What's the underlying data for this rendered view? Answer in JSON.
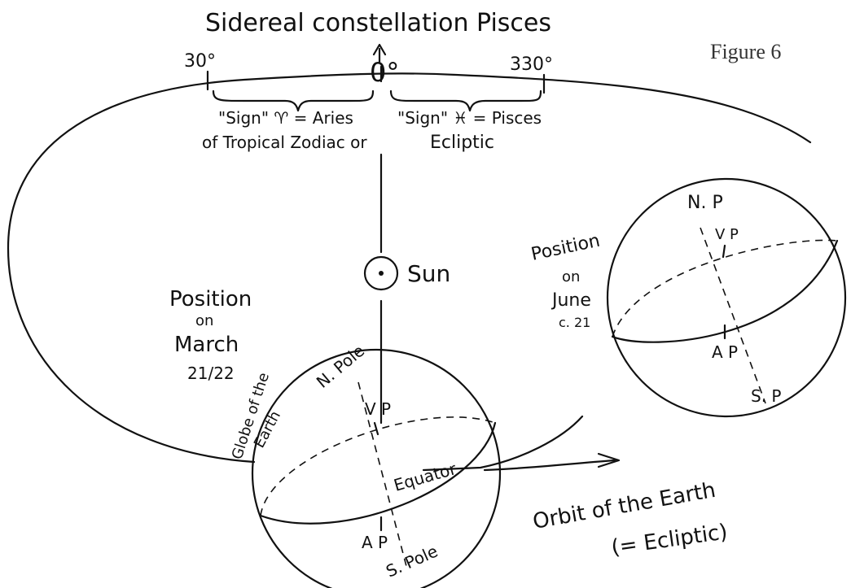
{
  "figure_label": "Figure 6",
  "top_label": "Sidereal constellation Pisces",
  "degrees": {
    "left": "30°",
    "center": "0°",
    "right": "330°"
  },
  "sign_aries": "\"Sign\" ♈ = Aries",
  "sign_pisces": "\"Sign\" ♓ = Pisces",
  "of_tropical": "of Tropical Zodiac or",
  "ecliptic_word": "Ecliptic",
  "sun": "Sun",
  "march": {
    "line1": "Position",
    "line2": "on",
    "line3": "March",
    "line4": "21/22"
  },
  "june": {
    "line1": "Position",
    "line2": "on",
    "line3": "June",
    "line4": "c. 21"
  },
  "globe_label": {
    "line1": "Globe of the",
    "line2": "Earth"
  },
  "march_globe": {
    "north": "N. Pole",
    "vp": "V P",
    "equator": "Equator",
    "ap": "A P",
    "south": "S. Pole"
  },
  "june_globe": {
    "north": "N. P",
    "vp": "V P",
    "ap": "A P",
    "south": "S. P"
  },
  "orbit_label": {
    "line1": "Orbit of the Earth",
    "line2": "(= Ecliptic)"
  }
}
